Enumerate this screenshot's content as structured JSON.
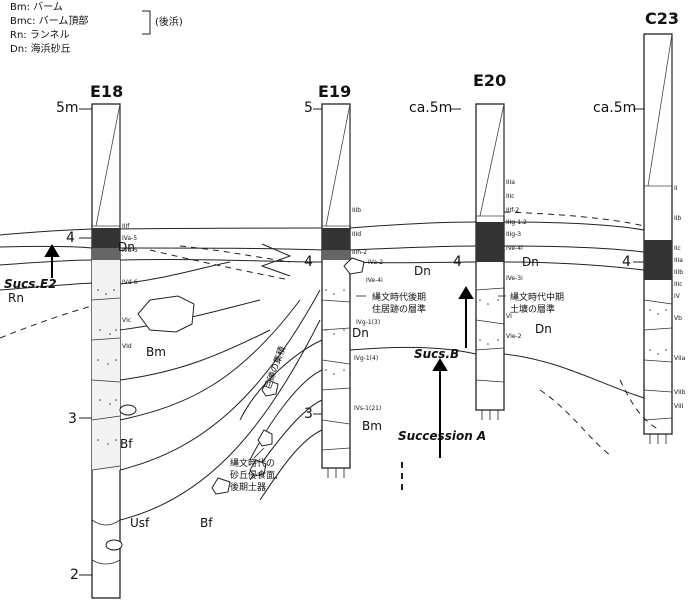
{
  "legend": {
    "items": [
      "Bm: バーム",
      "Bmc: バーム頂部",
      "Rn: ランネル",
      "Dn: 海浜砂丘"
    ],
    "group": "(後浜)"
  },
  "columns": [
    {
      "id": "E18",
      "top": "5m",
      "marks": [
        "4",
        "3",
        "2"
      ]
    },
    {
      "id": "E19",
      "top": "5",
      "marks": [
        "4",
        "3"
      ]
    },
    {
      "id": "E20",
      "top": "ca.5m",
      "marks": [
        "4"
      ]
    },
    {
      "id": "C23",
      "top": "ca.5m",
      "marks": [
        "4"
      ]
    }
  ],
  "facies": [
    "Dn",
    "Bm",
    "Bf",
    "Usf",
    "Bf",
    "Dn",
    "Dn",
    "Dn",
    "Bm",
    "Dn",
    "Rn"
  ],
  "arrows": [
    "Sucs.E2",
    "Sucs.B",
    "Succession A"
  ],
  "annotations": {
    "jomon_late": "縄文時代後期\n住居跡の層準",
    "jomon_middle": "縄文時代中期\n土壙の層準",
    "jomon_dune": "縄文時代の\n砂丘侵食面,\n後期土器",
    "megalith": "巨礫の集積"
  },
  "units": {
    "E18": [
      "IIIf",
      "IVa-5",
      "IVd-5",
      "IVd-6",
      "VIc",
      "VId"
    ],
    "E19": [
      "IIIb",
      "IIId",
      "IIIh-2",
      "IVa-2",
      "IVe-4i",
      "IVg-1(3)",
      "IVg-1(4)",
      "IVs-1(21)"
    ],
    "E20": [
      "IIIa",
      "IIIc",
      "IIIf-2",
      "IIIg-1.2",
      "IIIg-3",
      "IVe-4i",
      "IVe-3i",
      "VI",
      "VIe-2"
    ],
    "C23": [
      "II",
      "IIb",
      "IIc",
      "IIIa",
      "IIIb",
      "IIIc",
      "IV",
      "Vb",
      "VIIa",
      "VIIb",
      "VIII"
    ]
  }
}
